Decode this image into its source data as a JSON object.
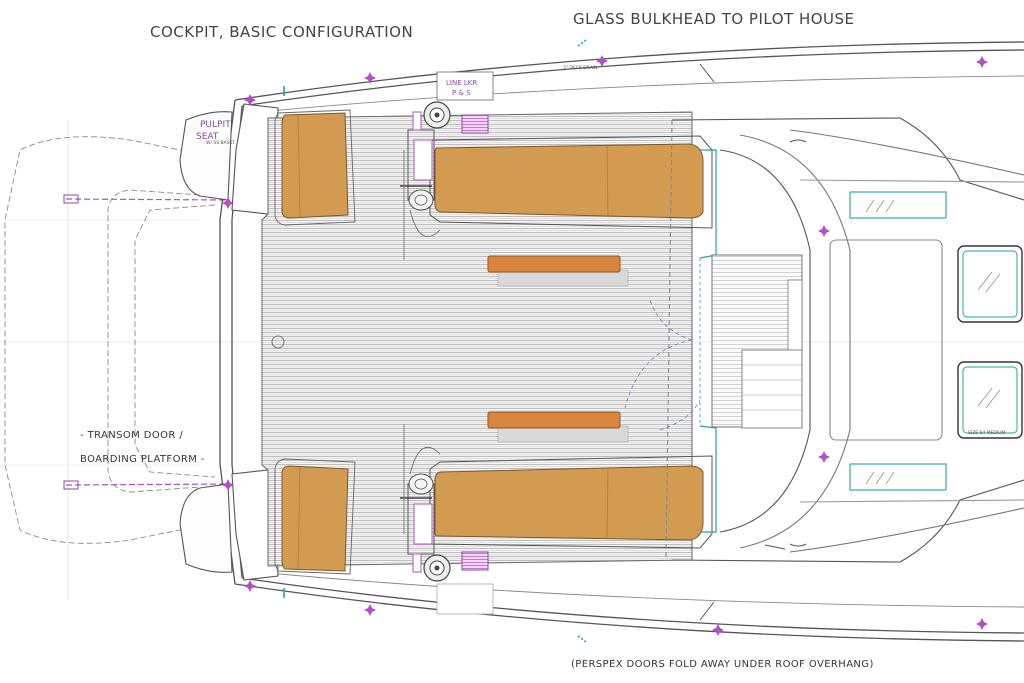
{
  "titles": {
    "left": "COCKPIT, BASIC CONFIGURATION",
    "right": "GLASS BULKHEAD TO PILOT HOUSE"
  },
  "labels": {
    "transom_line1": "- TRANSOM DOOR /",
    "transom_line2": "BOARDING PLATFORM -",
    "perspex_note": "(PERSPEX DOORS FOLD AWAY UNDER ROOF OVERHANG)",
    "pulpit_line1": "PULPIT",
    "pulpit_line2": "SEAT",
    "pulpit_small": "W/ SS BASKT",
    "line_locker_line1": "LINE LKR",
    "line_locker_line2": "P & S",
    "deck_drain": "3\" DECK DRAIN",
    "hatch_size": "SIZE 64 MEDIUM"
  },
  "colors": {
    "cushion": "#d39a52",
    "cushion_dark": "#b87a34",
    "table": "#d9853f",
    "line": "#555555",
    "accent_purple": "#b14fc5",
    "accent_teal": "#1aa9a0",
    "deck_stripe": "#9a9a9a"
  }
}
